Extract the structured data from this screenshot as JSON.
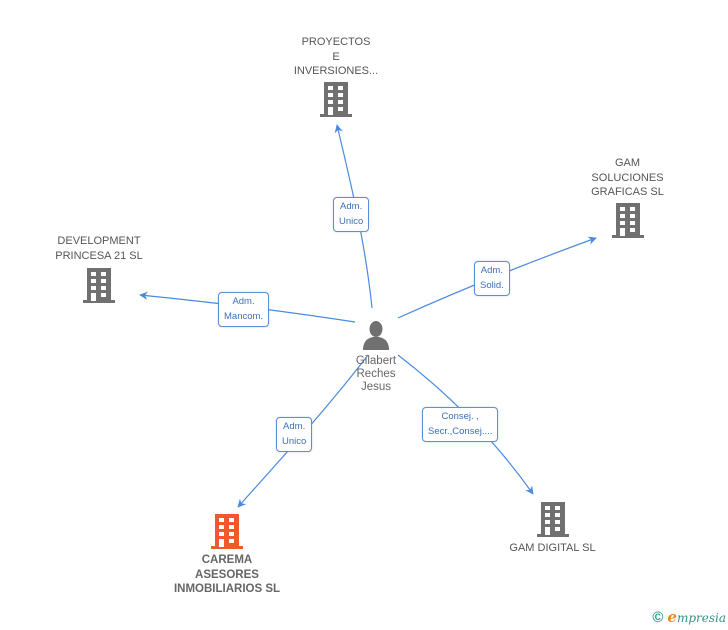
{
  "colors": {
    "edge": "#4a8ae0",
    "company_icon": "#707070",
    "main_company_icon": "#f05a2a",
    "person_icon": "#707070",
    "edge_label_text": "#3d6fb8"
  },
  "center_person": {
    "icon": "person-icon",
    "name_lines": [
      "Gilabert",
      "Reches",
      "Jesus"
    ]
  },
  "companies": [
    {
      "id": "proyectos",
      "icon": "building-icon",
      "main": false,
      "label_lines": [
        "PROYECTOS",
        "E",
        "INVERSIONES..."
      ]
    },
    {
      "id": "gam-soluciones",
      "icon": "building-icon",
      "main": false,
      "label_lines": [
        "GAM",
        "SOLUCIONES",
        "GRAFICAS SL"
      ]
    },
    {
      "id": "development",
      "icon": "building-icon",
      "main": false,
      "label_lines": [
        "DEVELOPMENT",
        "PRINCESA 21  SL"
      ]
    },
    {
      "id": "carema",
      "icon": "building-icon",
      "main": true,
      "label_lines": [
        "CAREMA",
        "ASESORES",
        "INMOBILIARIOS SL"
      ]
    },
    {
      "id": "gam-digital",
      "icon": "building-icon",
      "main": false,
      "label_lines": [
        "GAM DIGITAL  SL"
      ]
    }
  ],
  "relations": [
    {
      "to": "proyectos",
      "label_lines": [
        "Adm.",
        "Unico"
      ]
    },
    {
      "to": "gam-soluciones",
      "label_lines": [
        "Adm.",
        "Solid."
      ]
    },
    {
      "to": "development",
      "label_lines": [
        "Adm.",
        "Mancom."
      ]
    },
    {
      "to": "carema",
      "label_lines": [
        "Adm.",
        "Unico"
      ]
    },
    {
      "to": "gam-digital",
      "label_lines": [
        "Consej. ,",
        "Secr.,Consej...."
      ]
    }
  ],
  "footer": {
    "copyright_symbol": "©",
    "brand_initial": "e",
    "brand_rest": "mpresia"
  }
}
